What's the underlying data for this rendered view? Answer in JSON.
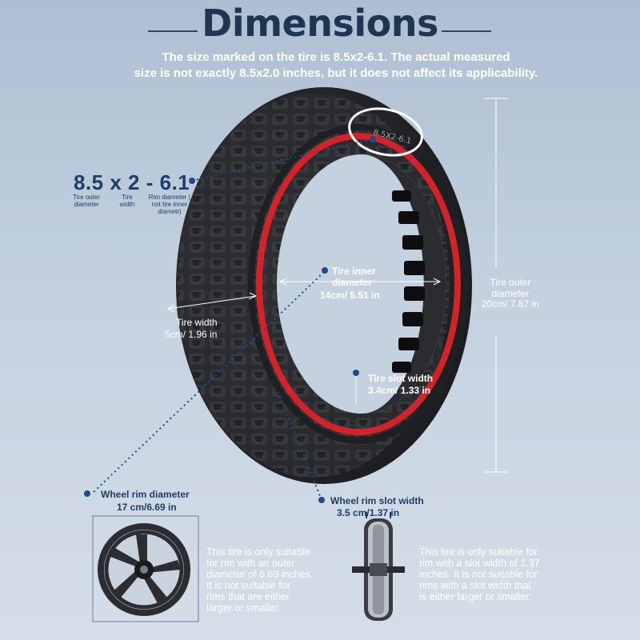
{
  "header": {
    "title": "Dimensions",
    "subtitle_line1": "The size marked on the tire is 8.5x2-6.1.  The actual measured",
    "subtitle_line2": "size is not exactly 8.5x2.0 inches, but it does not affect its applicability."
  },
  "tire_marking": "8.5X2-6.1",
  "spec": {
    "code": "8.5 x 2 - 6.1",
    "outer_diameter_label": "Tire outer diameter",
    "width_label": "Tire width",
    "rim_label": "Rim diameter ( not tire inner diametr)"
  },
  "dimensions": {
    "inner_diameter": {
      "label": "Tire inner diameter",
      "value": "14cm/ 5.51 in"
    },
    "width": {
      "label": "Tire width",
      "value": "5cm/ 1.96 in"
    },
    "outer_diameter": {
      "label": "Tire outer diameter",
      "value": "20cm/ 7.87 in"
    },
    "slot_width": {
      "label": "Tire slot width",
      "value": "3.4cm/ 1.33 in"
    }
  },
  "rim": {
    "diameter_label": "Wheel rim diameter",
    "diameter_value": "17 cm/6.69 in",
    "slot_label": "Wheel rim slot width",
    "slot_value": "3.5 cm/1.37 in",
    "diameter_desc": [
      "This tire is only suitable",
      "for rim with an outer",
      "diameter of 6.69 inches.",
      "It is not suitable for",
      "rims that are either",
      "larger or smaller."
    ],
    "slot_desc": [
      "This tire is only suitable for",
      "rim with a slot width of 1.37",
      "inches. It is not suitable for",
      "rims with a slot width that",
      "is either larger or smaller."
    ]
  },
  "colors": {
    "accent_red": "#d2222a",
    "navy": "#1f3d66",
    "tire": "#2a2b2e"
  }
}
